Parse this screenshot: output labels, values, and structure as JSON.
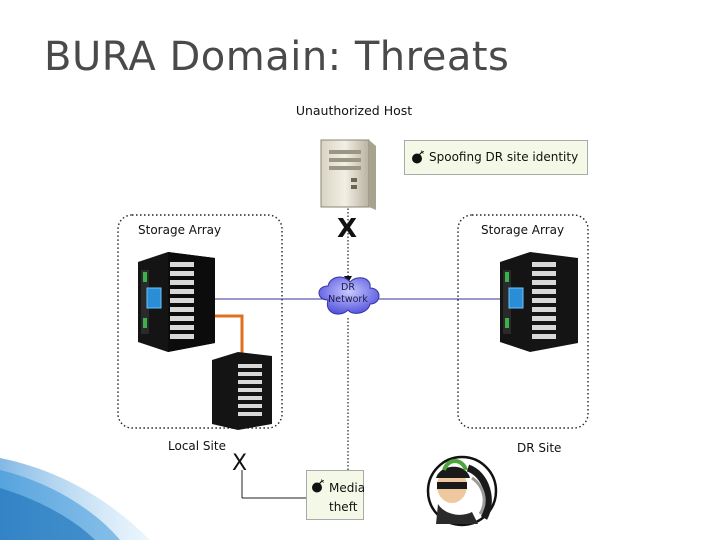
{
  "title": "BURA Domain: Threats",
  "labels": {
    "unauthorized_host": "Unauthorized Host",
    "storage_array_left": "Storage Array",
    "storage_array_right": "Storage Array",
    "local_site": "Local Site",
    "dr_site": "DR Site",
    "dr_network_line1": "DR",
    "dr_network_line2": "Network",
    "x_top": "X",
    "x_bottom": "X"
  },
  "callouts": {
    "spoofing": "Spoofing DR site identity",
    "media_line1": "Media",
    "media_line2": "theft"
  },
  "colors": {
    "title": "#4a4a4a",
    "callout_bg": "#f3f9e6",
    "network_cloud": "#4444cc",
    "link_line": "#333399",
    "fc_link": "#e07020",
    "accent_stripe": "#2a8ed6",
    "led_green": "#3cb34a"
  },
  "icons": {
    "host": "server-tower-icon",
    "storage": "storage-array-icon",
    "tape": "tape-library-icon",
    "cloud": "network-cloud-icon",
    "bomb": "bomb-icon",
    "thief": "thief-icon"
  }
}
